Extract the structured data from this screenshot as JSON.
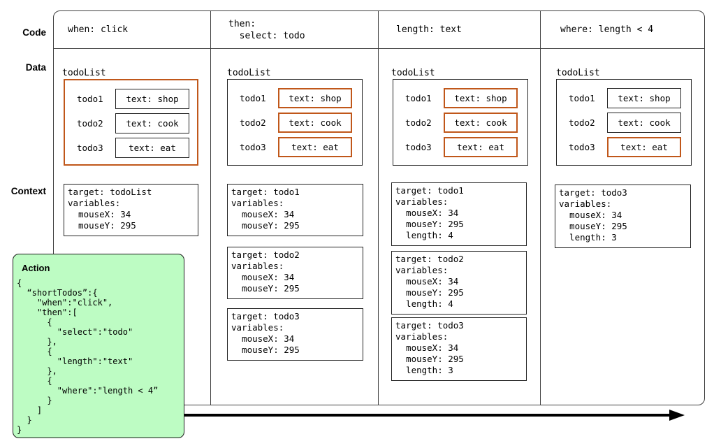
{
  "colors": {
    "highlight_orange": "#c0571a",
    "action_green": "#bdfcc3",
    "box_border": "#222222",
    "frame_border": "#3f3f3f"
  },
  "row_labels": {
    "code": "Code",
    "data": "Data",
    "context": "Context"
  },
  "columns": [
    {
      "code": "when: click",
      "data_label": "todoList",
      "todos": [
        {
          "name": "todo1",
          "text": "text: shop"
        },
        {
          "name": "todo2",
          "text": "text: cook"
        },
        {
          "name": "todo3",
          "text": "text: eat"
        }
      ],
      "contexts": [
        "target: todoList\nvariables:\n  mouseX: 34\n  mouseY: 295"
      ]
    },
    {
      "code": "then:\n  select: todo",
      "data_label": "todoList",
      "todos": [
        {
          "name": "todo1",
          "text": "text: shop"
        },
        {
          "name": "todo2",
          "text": "text: cook"
        },
        {
          "name": "todo3",
          "text": "text: eat"
        }
      ],
      "contexts": [
        "target: todo1\nvariables:\n  mouseX: 34\n  mouseY: 295",
        "target: todo2\nvariables:\n  mouseX: 34\n  mouseY: 295",
        "target: todo3\nvariables:\n  mouseX: 34\n  mouseY: 295"
      ]
    },
    {
      "code": "length: text",
      "data_label": "todoList",
      "todos": [
        {
          "name": "todo1",
          "text": "text: shop"
        },
        {
          "name": "todo2",
          "text": "text: cook"
        },
        {
          "name": "todo3",
          "text": "text: eat"
        }
      ],
      "contexts": [
        "target: todo1\nvariables:\n  mouseX: 34\n  mouseY: 295\n  length: 4",
        "target: todo2\nvariables:\n  mouseX: 34\n  mouseY: 295\n  length: 4",
        "target: todo3\nvariables:\n  mouseX: 34\n  mouseY: 295\n  length: 3"
      ]
    },
    {
      "code": "where: length < 4",
      "data_label": "todoList",
      "todos": [
        {
          "name": "todo1",
          "text": "text: shop"
        },
        {
          "name": "todo2",
          "text": "text: cook"
        },
        {
          "name": "todo3",
          "text": "text: eat"
        }
      ],
      "contexts": [
        "target: todo3\nvariables:\n  mouseX: 34\n  mouseY: 295\n  length: 3"
      ]
    }
  ],
  "action": {
    "title": "Action",
    "code": "{\n  “shortTodos”:{\n    \"when\":\"click\",\n    \"then\":[\n      {\n        \"select\":\"todo\"\n      },\n      {\n        \"length\":\"text\"\n      },\n      {\n        \"where\":\"length < 4”\n      }\n    ]\n  }\n}"
  }
}
